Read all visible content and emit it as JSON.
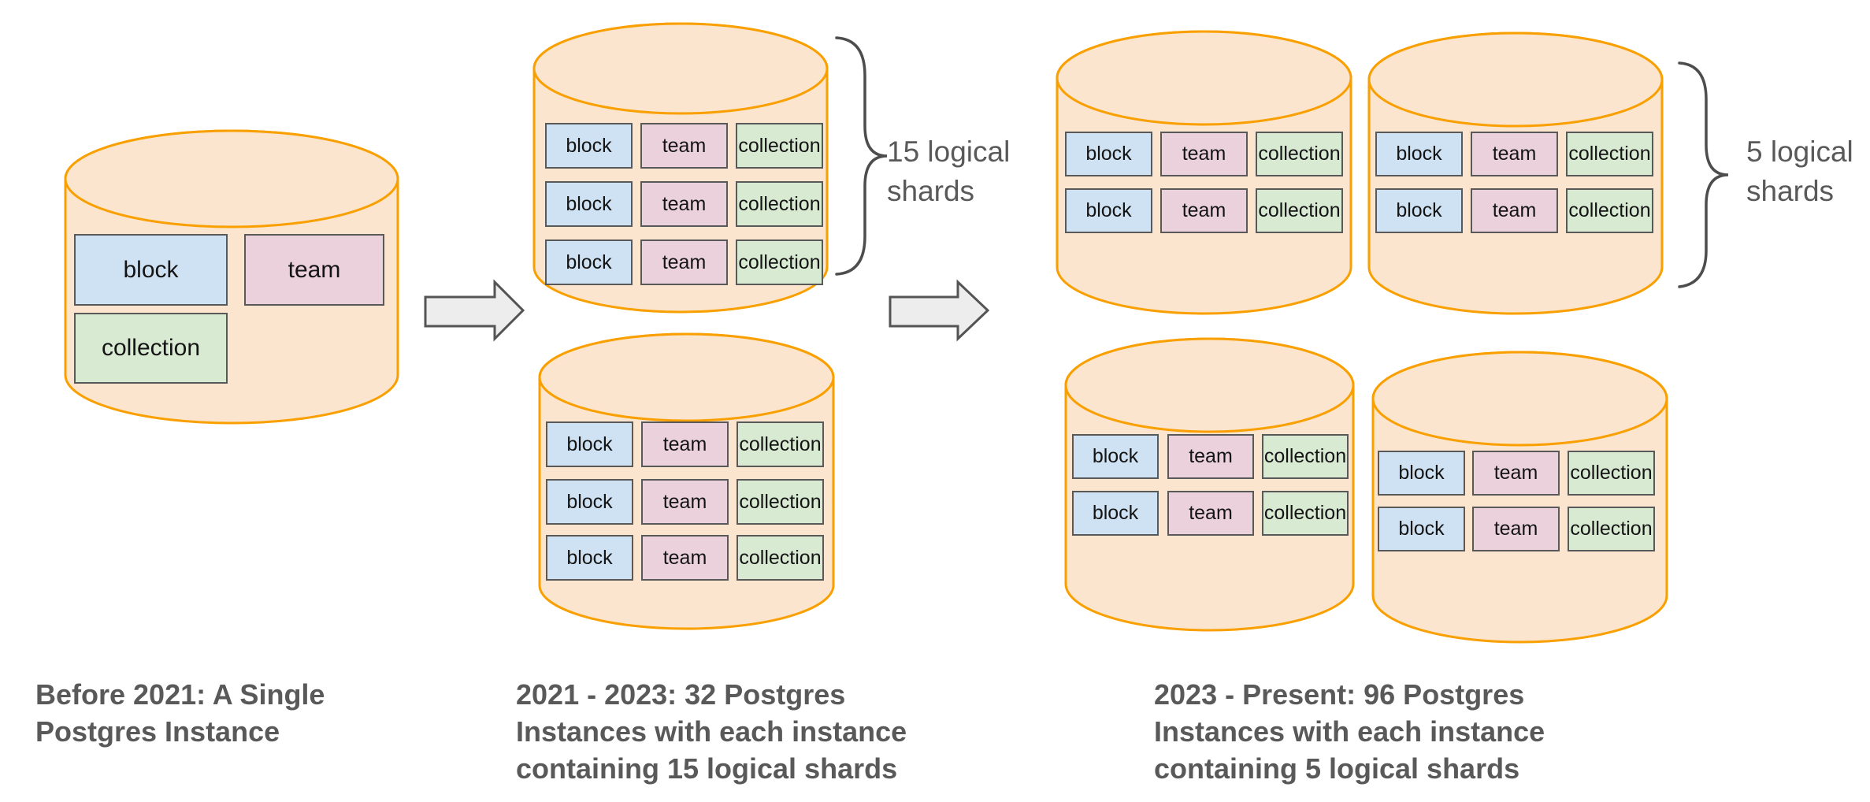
{
  "diagram": {
    "stage1": {
      "caption": "Before 2021: A Single\nPostgres Instance",
      "cylinder_count": 1
    },
    "stage2": {
      "caption": "2021 - 2023: 32 Postgres\nInstances with each instance\ncontaining 15 logical shards",
      "cylinder_count": 2,
      "brace_label": "15 logical\nshards"
    },
    "stage3": {
      "caption": "2023 - Present: 96 Postgres\nInstances with each instance\ncontaining 5 logical shards",
      "cylinder_count": 4,
      "brace_label": "5 logical\nshards"
    }
  },
  "tables": [
    "block",
    "team",
    "collection"
  ],
  "colors": {
    "cylinder_fill": "#FBE5CE",
    "cylinder_stroke": "#F9A000",
    "table_block": "#CFE2F3",
    "table_team": "#EAD1DC",
    "table_collection": "#D9EAD3",
    "box_border": "#595959",
    "caption_text": "#595959",
    "annotation_text": "#595959",
    "arrow_fill": "#EDEDED",
    "arrow_stroke": "#545454",
    "brace_stroke": "#4D4D4D"
  }
}
